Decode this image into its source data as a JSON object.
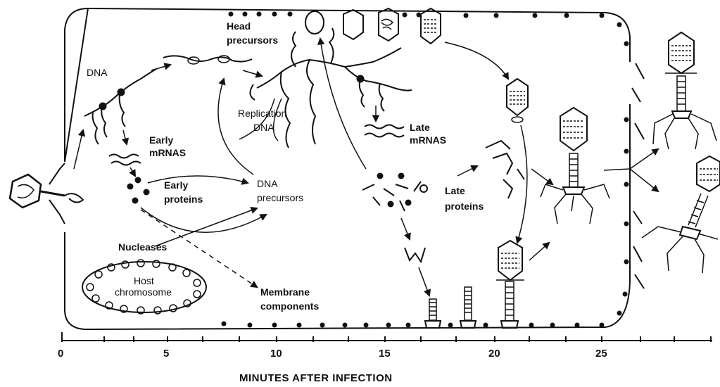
{
  "labels": {
    "dna": "DNA",
    "head_precursors_1": "Head",
    "head_precursors_2": "precursors",
    "replication_1": "Replication",
    "replication_2": "DNA",
    "early_mrnas_1": "Early",
    "early_mrnas_2": "mRNAS",
    "early_proteins_1": "Early",
    "early_proteins_2": "proteins",
    "dna_precursors_1": "DNA",
    "dna_precursors_2": "precursors",
    "late_mrnas_1": "Late",
    "late_mrnas_2": "mRNAS",
    "late_proteins_1": "Late",
    "late_proteins_2": "proteins",
    "nucleases": "Nucleases",
    "host_chromosome_1": "Host",
    "host_chromosome_2": "chromosome",
    "membrane_1": "Membrane",
    "membrane_2": "components"
  },
  "axis": {
    "title": "MINUTES AFTER INFECTION",
    "ticks": [
      "0",
      "5",
      "10",
      "15",
      "20",
      "25"
    ]
  }
}
